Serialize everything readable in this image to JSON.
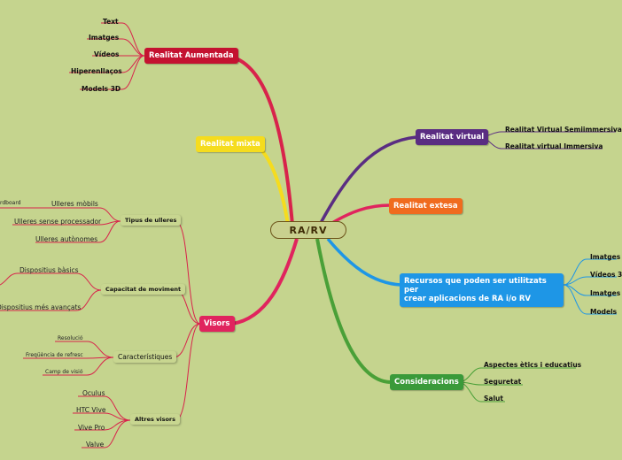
{
  "center": "RA/RV",
  "realitat_augmentada": {
    "label": "Realitat Aumentada",
    "color": "#c41230",
    "children": [
      "Text",
      "Imatges",
      "Vídeos",
      "Hiperenllaços",
      "Models 3D"
    ]
  },
  "realitat_mixta": {
    "label": "Realitat mixta",
    "color": "#f5dc1e"
  },
  "realitat_virtual": {
    "label": "Realitat virtual",
    "color": "#5a2d82",
    "children": [
      "Realitat Virtual Semiimmersiva",
      "Realitat virtual Immersiva"
    ]
  },
  "realitat_extesa": {
    "label": "Realitat extesa",
    "color": "#f06b1e"
  },
  "recursos": {
    "label_line1": "Recursos que poden ser utilitzats per",
    "label_line2": "crear aplicacions de RA i/o RV",
    "color": "#1e96e6",
    "children": [
      "Imatges",
      "Vídeos 3",
      "Imatges",
      "Models"
    ]
  },
  "consideracions": {
    "label": "Consideracions",
    "color": "#3a9a3a",
    "children": [
      "Aspectes ètics i educatius",
      "Seguretat",
      "Salut"
    ]
  },
  "visors": {
    "label": "Visors",
    "color": "#e0245e",
    "tipus": {
      "label": "Tipus de ulleres",
      "children": [
        "Ulleres mòbils",
        "Ulleres sense processador",
        "Ulleres autònomes"
      ],
      "cardboard": "rdboard"
    },
    "capacitat": {
      "label": "Capacitat de moviment",
      "children": [
        "Dispositius bàsics",
        "Dispositius més avançats"
      ]
    },
    "caracteristiques": {
      "label": "Característiques",
      "children": [
        "Resolució",
        "Freqüència de refresc",
        "Camp de visió"
      ]
    },
    "altres": {
      "label": "Altres visors",
      "children": [
        "Oculus",
        "HTC Vive",
        "Vive Pro",
        "Valve"
      ]
    }
  }
}
